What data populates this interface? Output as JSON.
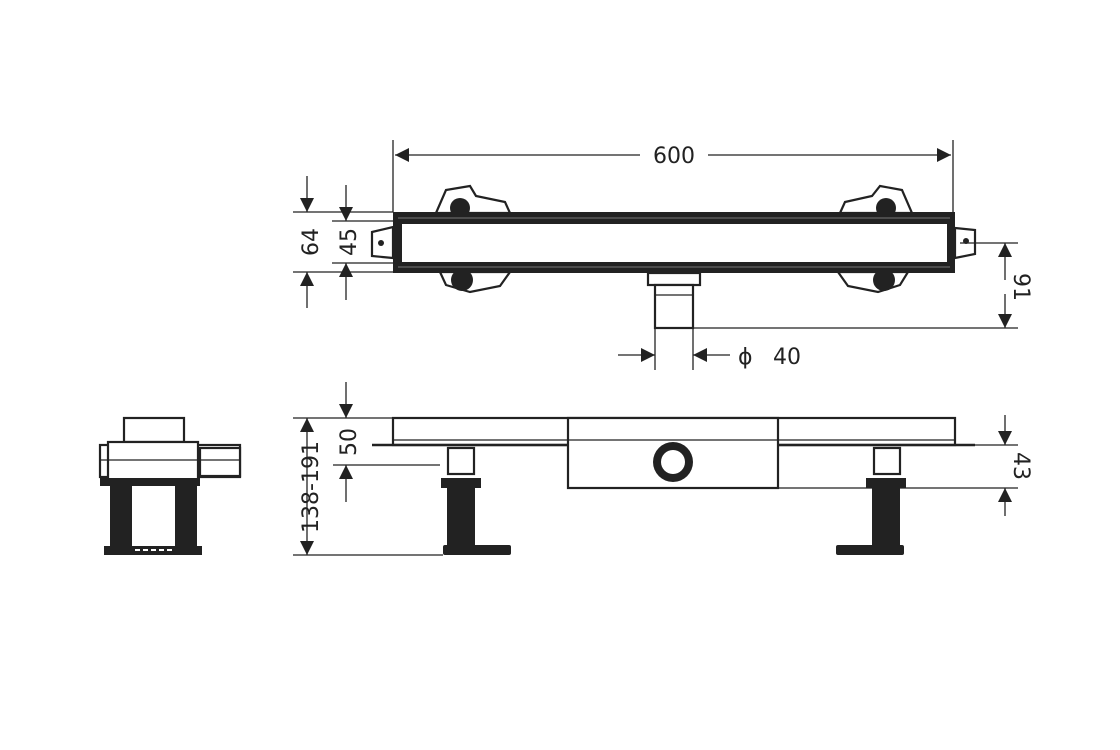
{
  "drawing": {
    "dimensions": {
      "length": "600",
      "total_height": "64",
      "channel_height": "45",
      "outlet_depth": "91",
      "outlet_diameter_symbol": "ϕ",
      "outlet_diameter": "40",
      "side_height": "50",
      "installation_height": "138-191",
      "flange_offset": "43"
    },
    "colors": {
      "line": "#222222",
      "background": "#ffffff"
    }
  }
}
